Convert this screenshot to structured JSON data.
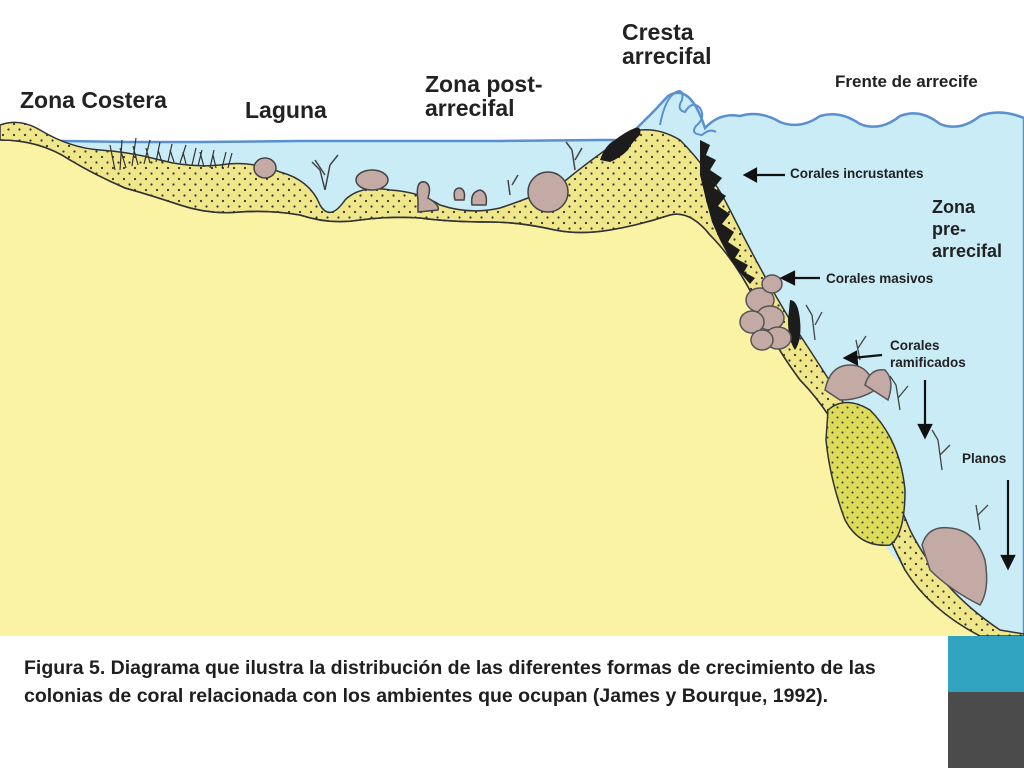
{
  "labels": {
    "zona_costera": "Zona Costera",
    "laguna": "Laguna",
    "zona_post_1": "Zona post-",
    "zona_post_2": "arrecifal",
    "cresta_1": "Cresta",
    "cresta_2": "arrecifal",
    "frente": "Frente de arrecife",
    "incrustantes": "Corales incrustantes",
    "zona_pre_1": "Zona",
    "zona_pre_2": "pre-",
    "zona_pre_3": "arrecifal",
    "masivos": "Corales masivos",
    "ramificados_1": "Corales",
    "ramificados_2": "ramificados",
    "planos": "Planos"
  },
  "caption": "Figura 5. Diagrama que ilustra la distribución de las diferentes formas de crecimiento de las colonias de coral relacionada con los ambientes que ocupan (James y Bourque, 1992).",
  "colors": {
    "water": "#c9ecf6",
    "sand_light": "#fbf3a4",
    "sand_dotted": "#f0e98a",
    "coral_rock": "#c4aaa5",
    "coral_dark": "#1c1c1c",
    "accent_teal": "#2fa3bf",
    "accent_gray": "#4b4b4b"
  }
}
